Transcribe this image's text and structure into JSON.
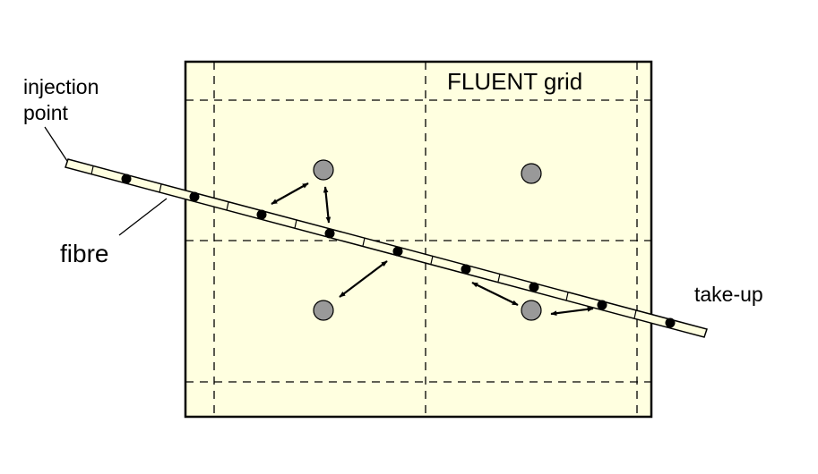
{
  "labels": {
    "grid": "FLUENT grid",
    "injection_line1": "injection",
    "injection_line2": "point",
    "fibre": "fibre",
    "take_up": "take-up"
  },
  "colors": {
    "grid_fill": "#ffffe0",
    "cell_node": "#999999",
    "fibre_node": "#000000",
    "stroke": "#000000"
  }
}
